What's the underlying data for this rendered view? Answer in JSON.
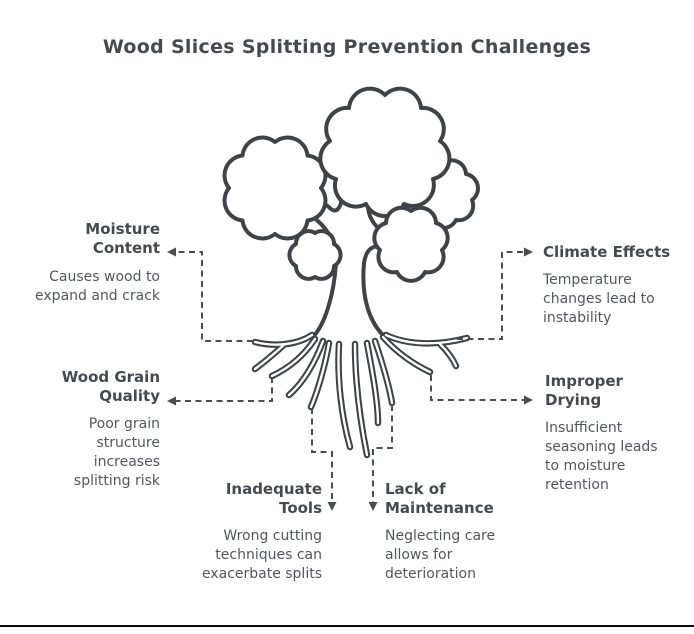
{
  "title": "Wood Slices Splitting Prevention Challenges",
  "colors": {
    "text": "#4a4d52",
    "heading": "#46494e",
    "tree_ink": "#3f4347",
    "connector": "#4a4e53",
    "bottom_rule": "#0b0b0b",
    "background": "#ffffff"
  },
  "illustration": {
    "name": "tree-with-roots-sketch"
  },
  "callouts": [
    {
      "id": "moisture",
      "heading": "Moisture Content",
      "body": "Causes wood to expand and crack",
      "side": "left",
      "arrow": "left"
    },
    {
      "id": "climate",
      "heading": "Climate Effects",
      "body": "Temperature changes lead to instability",
      "side": "right",
      "arrow": "right"
    },
    {
      "id": "wood-grain",
      "heading": "Wood Grain Quality",
      "body": "Poor grain structure increases splitting risk",
      "side": "left",
      "arrow": "left"
    },
    {
      "id": "improper",
      "heading": "Improper Drying",
      "body": "Insufficient seasoning leads to moisture retention",
      "side": "right",
      "arrow": "right"
    },
    {
      "id": "tools",
      "heading": "Inadequate Tools",
      "body": "Wrong cutting techniques can exacerbate splits",
      "side": "bottom",
      "arrow": "down"
    },
    {
      "id": "maintenance",
      "heading": "Lack of Maintenance",
      "body": "Neglecting care allows for deterioration",
      "side": "bottom",
      "arrow": "down"
    }
  ]
}
